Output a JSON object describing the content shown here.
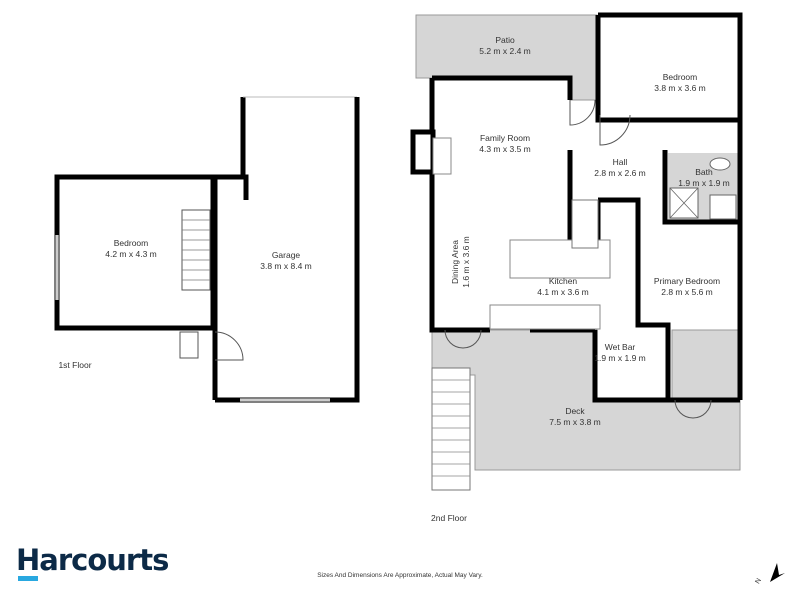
{
  "floors": [
    {
      "label": "1st Floor",
      "rooms": [
        {
          "name": "Bedroom",
          "size": "4.2 m x 4.3 m"
        },
        {
          "name": "Garage",
          "size": "3.8 m x 8.4 m"
        }
      ]
    },
    {
      "label": "2nd Floor",
      "rooms": [
        {
          "name": "Patio",
          "size": "5.2 m x 2.4 m"
        },
        {
          "name": "Bedroom",
          "size": "3.8 m x 3.6 m"
        },
        {
          "name": "Family Room",
          "size": "4.3 m x 3.5 m"
        },
        {
          "name": "Hall",
          "size": "2.8 m x 2.6 m"
        },
        {
          "name": "Bath",
          "size": "1.9 m x 1.9 m"
        },
        {
          "name": "Dining Area",
          "size": "1.6 m x 3.6 m"
        },
        {
          "name": "Kitchen",
          "size": "4.1 m x 3.6 m"
        },
        {
          "name": "Primary Bedroom",
          "size": "2.8 m x 5.6 m"
        },
        {
          "name": "Wet Bar",
          "size": "1.9 m x 1.9 m"
        },
        {
          "name": "Deck",
          "size": "7.5 m x 3.8 m"
        }
      ]
    }
  ],
  "brand": {
    "logo_text": "Harcourts",
    "color": "#0c2a47",
    "accent": "#29a8e0"
  },
  "disclaimer": "Sizes And Dimensions Are Approximate, Actual May Vary.",
  "compass": {
    "icon": "north-arrow-icon",
    "label": "N"
  },
  "colors": {
    "wall": "#000000",
    "outdoor": "#d6d6d6",
    "wet_area": "#d6d6d6"
  }
}
